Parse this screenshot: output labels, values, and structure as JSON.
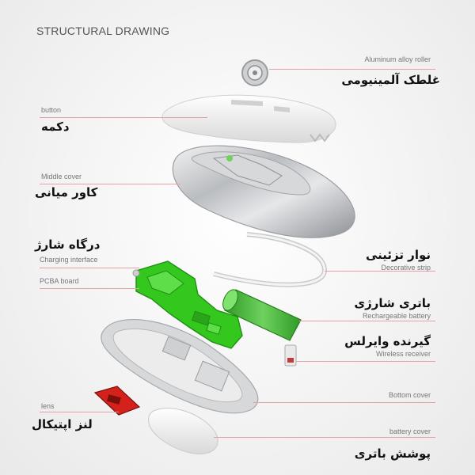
{
  "title": "STRUCTURAL DRAWING",
  "labels": {
    "roller": {
      "en": "Aluminum alloy roller",
      "fa": "غلطک آلمینیومی"
    },
    "button": {
      "en": "button",
      "fa": "دکمه"
    },
    "middle": {
      "en": "Middle cover",
      "fa": "کاور میانی"
    },
    "charging": {
      "en": "Charging interface",
      "fa": "درگاه شارژ"
    },
    "pcba": {
      "en": "PCBA board"
    },
    "strip": {
      "en": "Decorative strip",
      "fa": "نوار تزئینی"
    },
    "battery": {
      "en": "Rechargeable battery",
      "fa": "باتری شارژی"
    },
    "receiver": {
      "en": "Wireless receiver",
      "fa": "گیرنده وایرلس"
    },
    "bottom": {
      "en": "Bottom cover"
    },
    "lens": {
      "en": "lens",
      "fa": "لنز اپتیکال"
    },
    "battcover": {
      "en": "battery cover",
      "fa": "پوشش باتری"
    }
  },
  "colors": {
    "pcb": "#34c81f",
    "battery": "#46b93a",
    "lens": "#d4211b",
    "leader": "#e4a2a6"
  }
}
